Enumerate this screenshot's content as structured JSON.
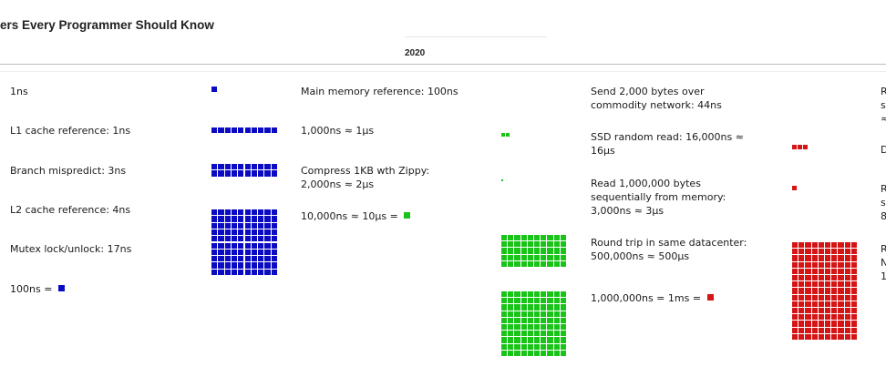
{
  "header": {
    "title": "ers Every Programmer Should Know",
    "year": "2020"
  },
  "colors": {
    "blue": "#0b0bc4",
    "green": "#19c419",
    "red": "#d51515"
  },
  "column1": {
    "items": [
      {
        "label": "1ns"
      },
      {
        "label": "L1 cache reference: 1ns"
      },
      {
        "label": "Branch mispredict: 3ns"
      },
      {
        "label": "L2 cache reference: 4ns"
      },
      {
        "label": "Mutex lock/unlock: 17ns"
      },
      {
        "label": "100ns = "
      }
    ]
  },
  "column2": {
    "items": [
      {
        "label": "Main memory reference: 100ns"
      },
      {
        "label": "1,000ns ≈ 1μs"
      },
      {
        "label": "Compress 1KB wth Zippy:",
        "label2": "2,000ns ≈ 2μs"
      },
      {
        "label": "10,000ns ≈ 10μs = "
      }
    ]
  },
  "column3": {
    "items": [
      {
        "label": "Send 2,000 bytes over",
        "label2": "commodity network: 44ns"
      },
      {
        "label": "SSD random read: 16,000ns ≈",
        "label2": "16μs"
      },
      {
        "label": "Read 1,000,000 bytes",
        "label2": "sequentially from memory:",
        "label3": "3,000ns ≈ 3μs"
      },
      {
        "label": "Round trip in same datacenter:",
        "label2": "500,000ns ≈ 500μs"
      },
      {
        "label": "1,000,000ns = 1ms = "
      }
    ]
  },
  "column4": {
    "items": [
      {
        "label": "R",
        "label2": "s",
        "label3": "≈"
      },
      {
        "label": "D"
      },
      {
        "label": "R",
        "label2": "s",
        "label3": "8"
      },
      {
        "label": "R",
        "label2": "N",
        "label3": "1"
      }
    ]
  }
}
